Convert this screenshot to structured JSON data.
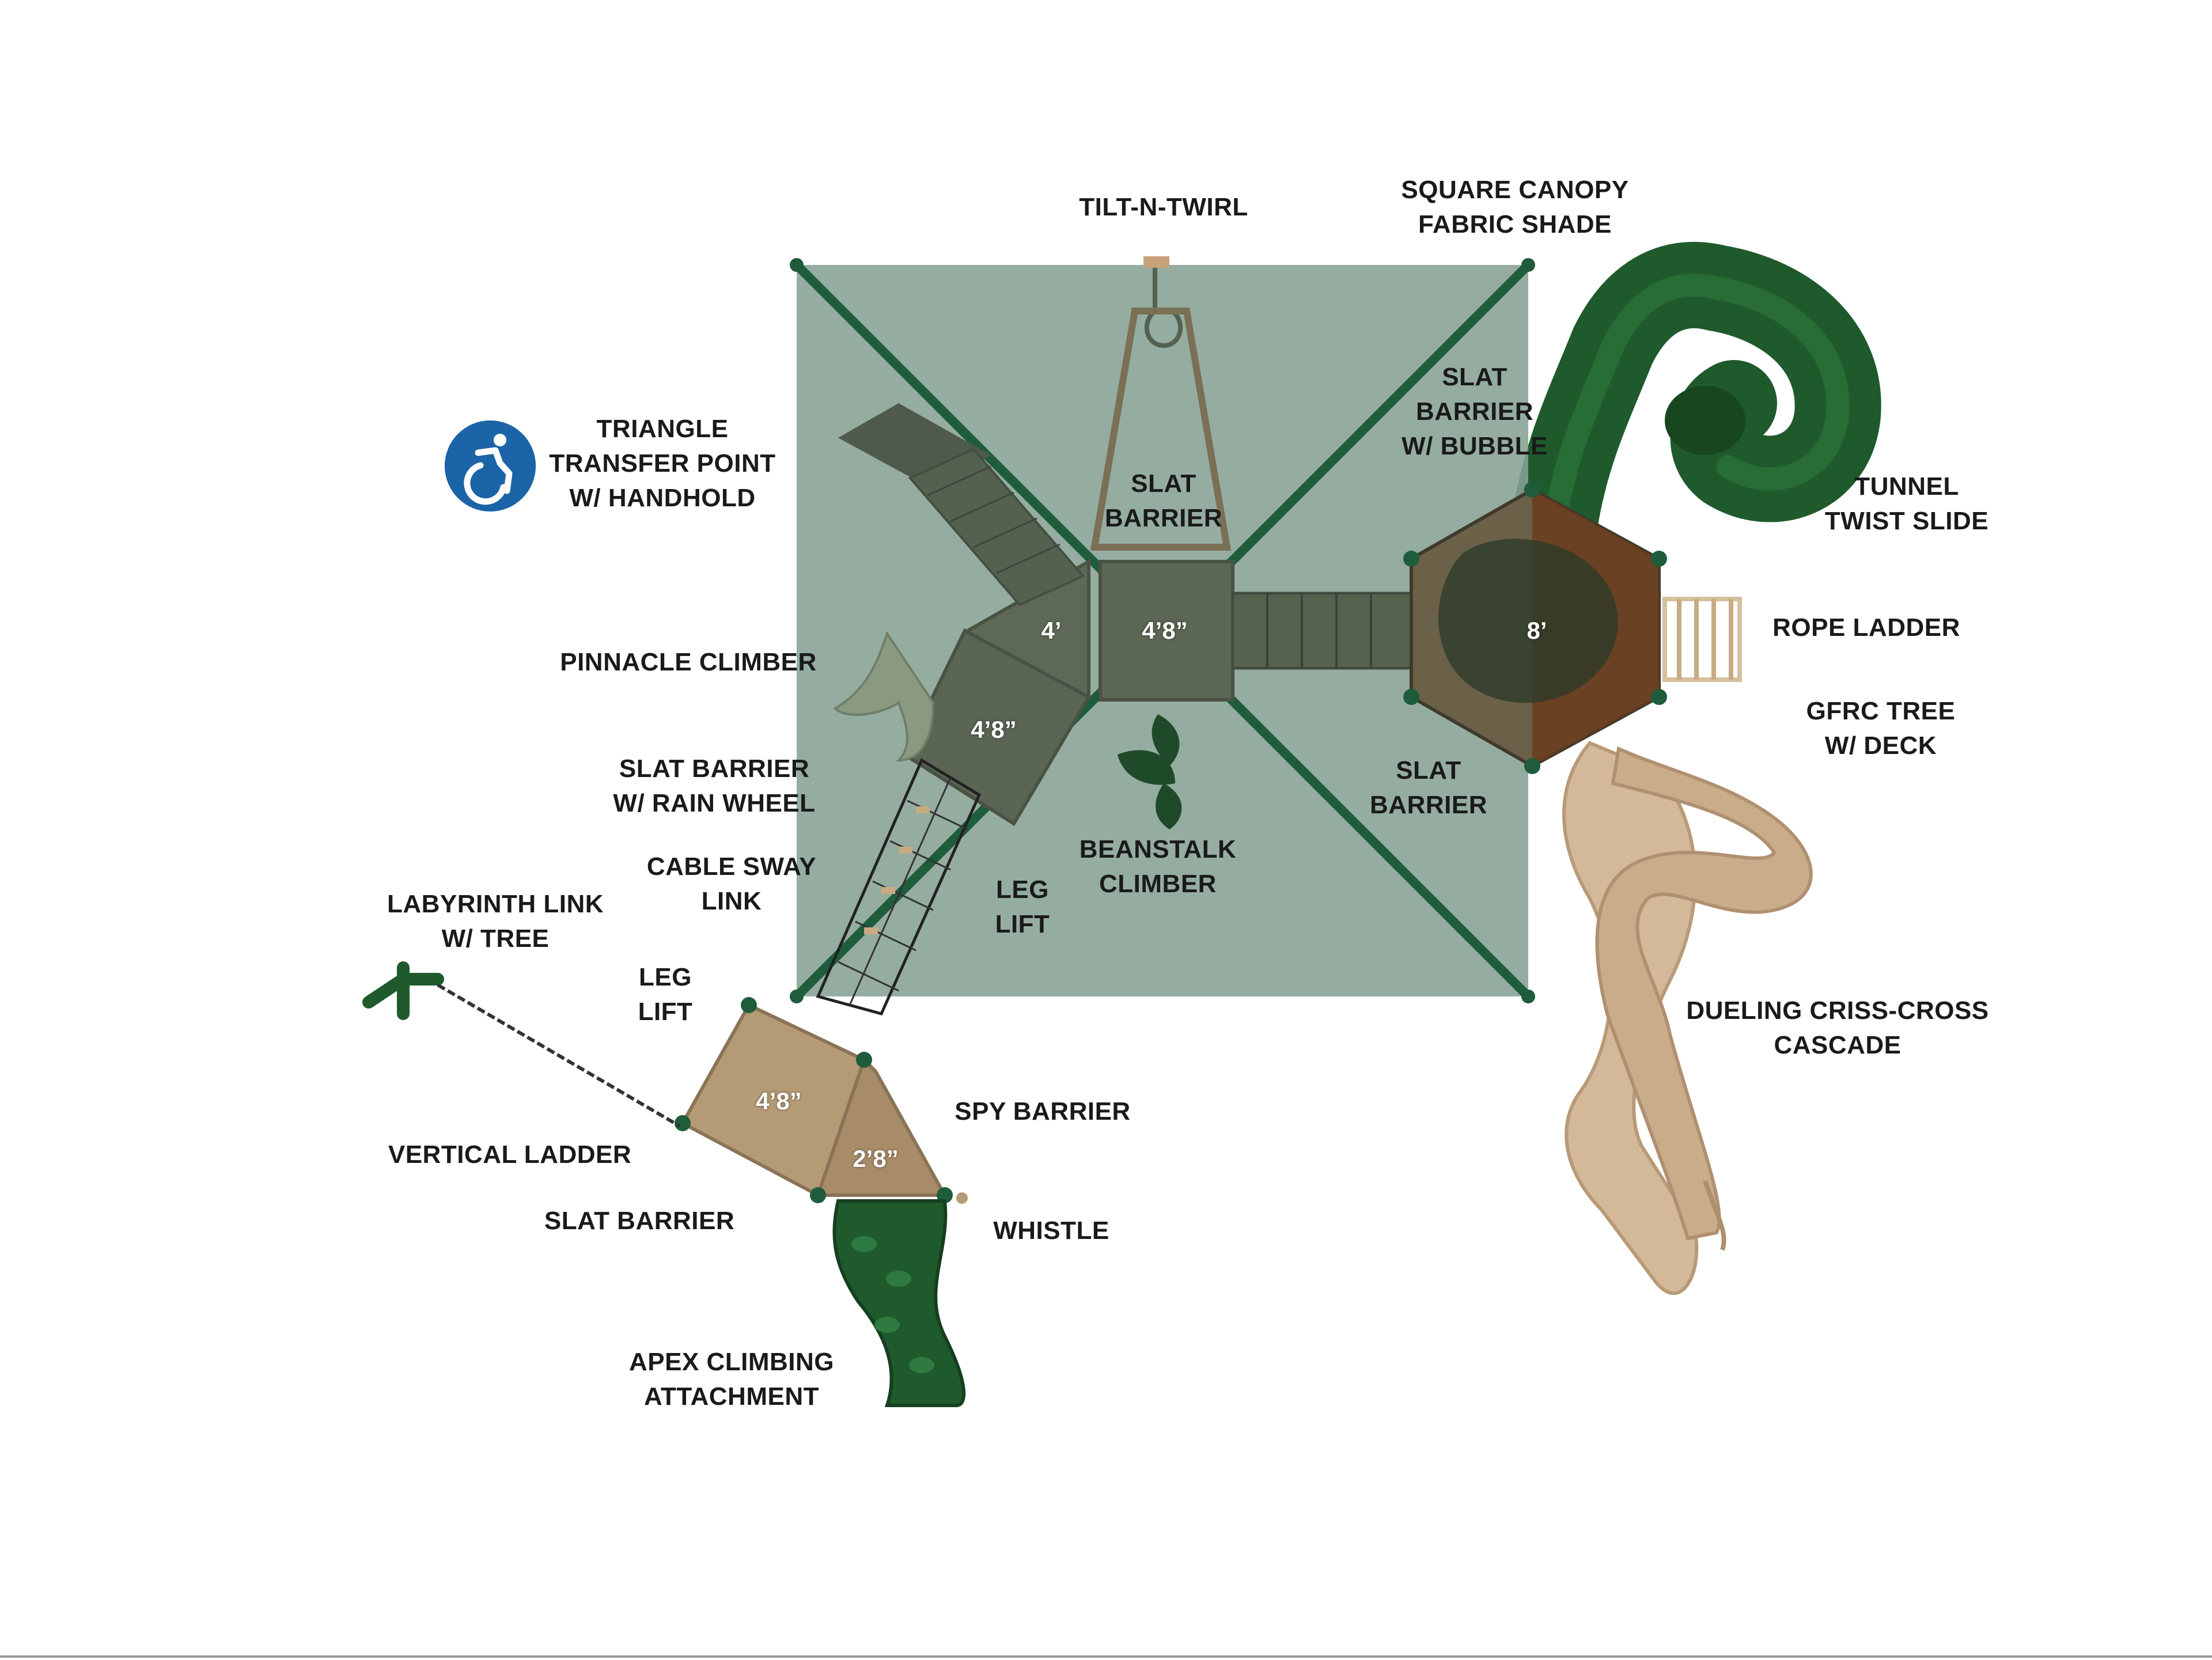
{
  "colors": {
    "canopy": "#86a094",
    "canopy_pole": "#1f5c3b",
    "green_part": "#1f5a2c",
    "tan_part": "#d1b696",
    "deck_mesh": "#4d5a4a",
    "ada_blue": "#1b64a7",
    "label_text": "#1a1a1a",
    "height_text": "#ffffff"
  },
  "icons": {
    "accessibility": "wheelchair-accessibility-icon"
  },
  "labels": {
    "tilt_n_twirl": [
      "TILT-N-TWIRL"
    ],
    "square_canopy": [
      "SQUARE CANOPY",
      "FABRIC SHADE"
    ],
    "triangle_transfer": [
      "TRIANGLE",
      "TRANSFER POINT",
      "W/ HANDHOLD"
    ],
    "slat_barrier_top": [
      "SLAT",
      "BARRIER"
    ],
    "slat_barrier_bubble": [
      "SLAT",
      "BARRIER",
      "W/ BUBBLE"
    ],
    "tunnel_twist": [
      "TUNNEL",
      "TWIST SLIDE"
    ],
    "rope_ladder": [
      "ROPE LADDER"
    ],
    "gfrc_tree": [
      "GFRC TREE",
      "W/ DECK"
    ],
    "pinnacle_climber": [
      "PINNACLE CLIMBER"
    ],
    "slat_barrier_rain": [
      "SLAT BARRIER",
      "W/ RAIN WHEEL"
    ],
    "slat_barrier_right": [
      "SLAT",
      "BARRIER"
    ],
    "cable_sway": [
      "CABLE SWAY",
      "LINK"
    ],
    "beanstalk": [
      "BEANSTALK",
      "CLIMBER"
    ],
    "leg_lift_mid": [
      "LEG",
      "LIFT"
    ],
    "labyrinth": [
      "LABYRINTH LINK",
      "W/ TREE"
    ],
    "leg_lift_left": [
      "LEG",
      "LIFT"
    ],
    "dueling": [
      "DUELING CRISS-CROSS",
      "CASCADE"
    ],
    "spy_barrier": [
      "SPY BARRIER"
    ],
    "vertical_ladder": [
      "VERTICAL LADDER"
    ],
    "slat_barrier_bottom": [
      "SLAT BARRIER"
    ],
    "whistle": [
      "WHISTLE"
    ],
    "apex": [
      "APEX CLIMBING",
      "ATTACHMENT"
    ]
  },
  "deck_heights": {
    "upper_left": "4’",
    "center": "4’8”",
    "left_lower": "4’8”",
    "hex": "8’",
    "bottom_main": "4’8”",
    "bottom_small": "2’8”"
  }
}
